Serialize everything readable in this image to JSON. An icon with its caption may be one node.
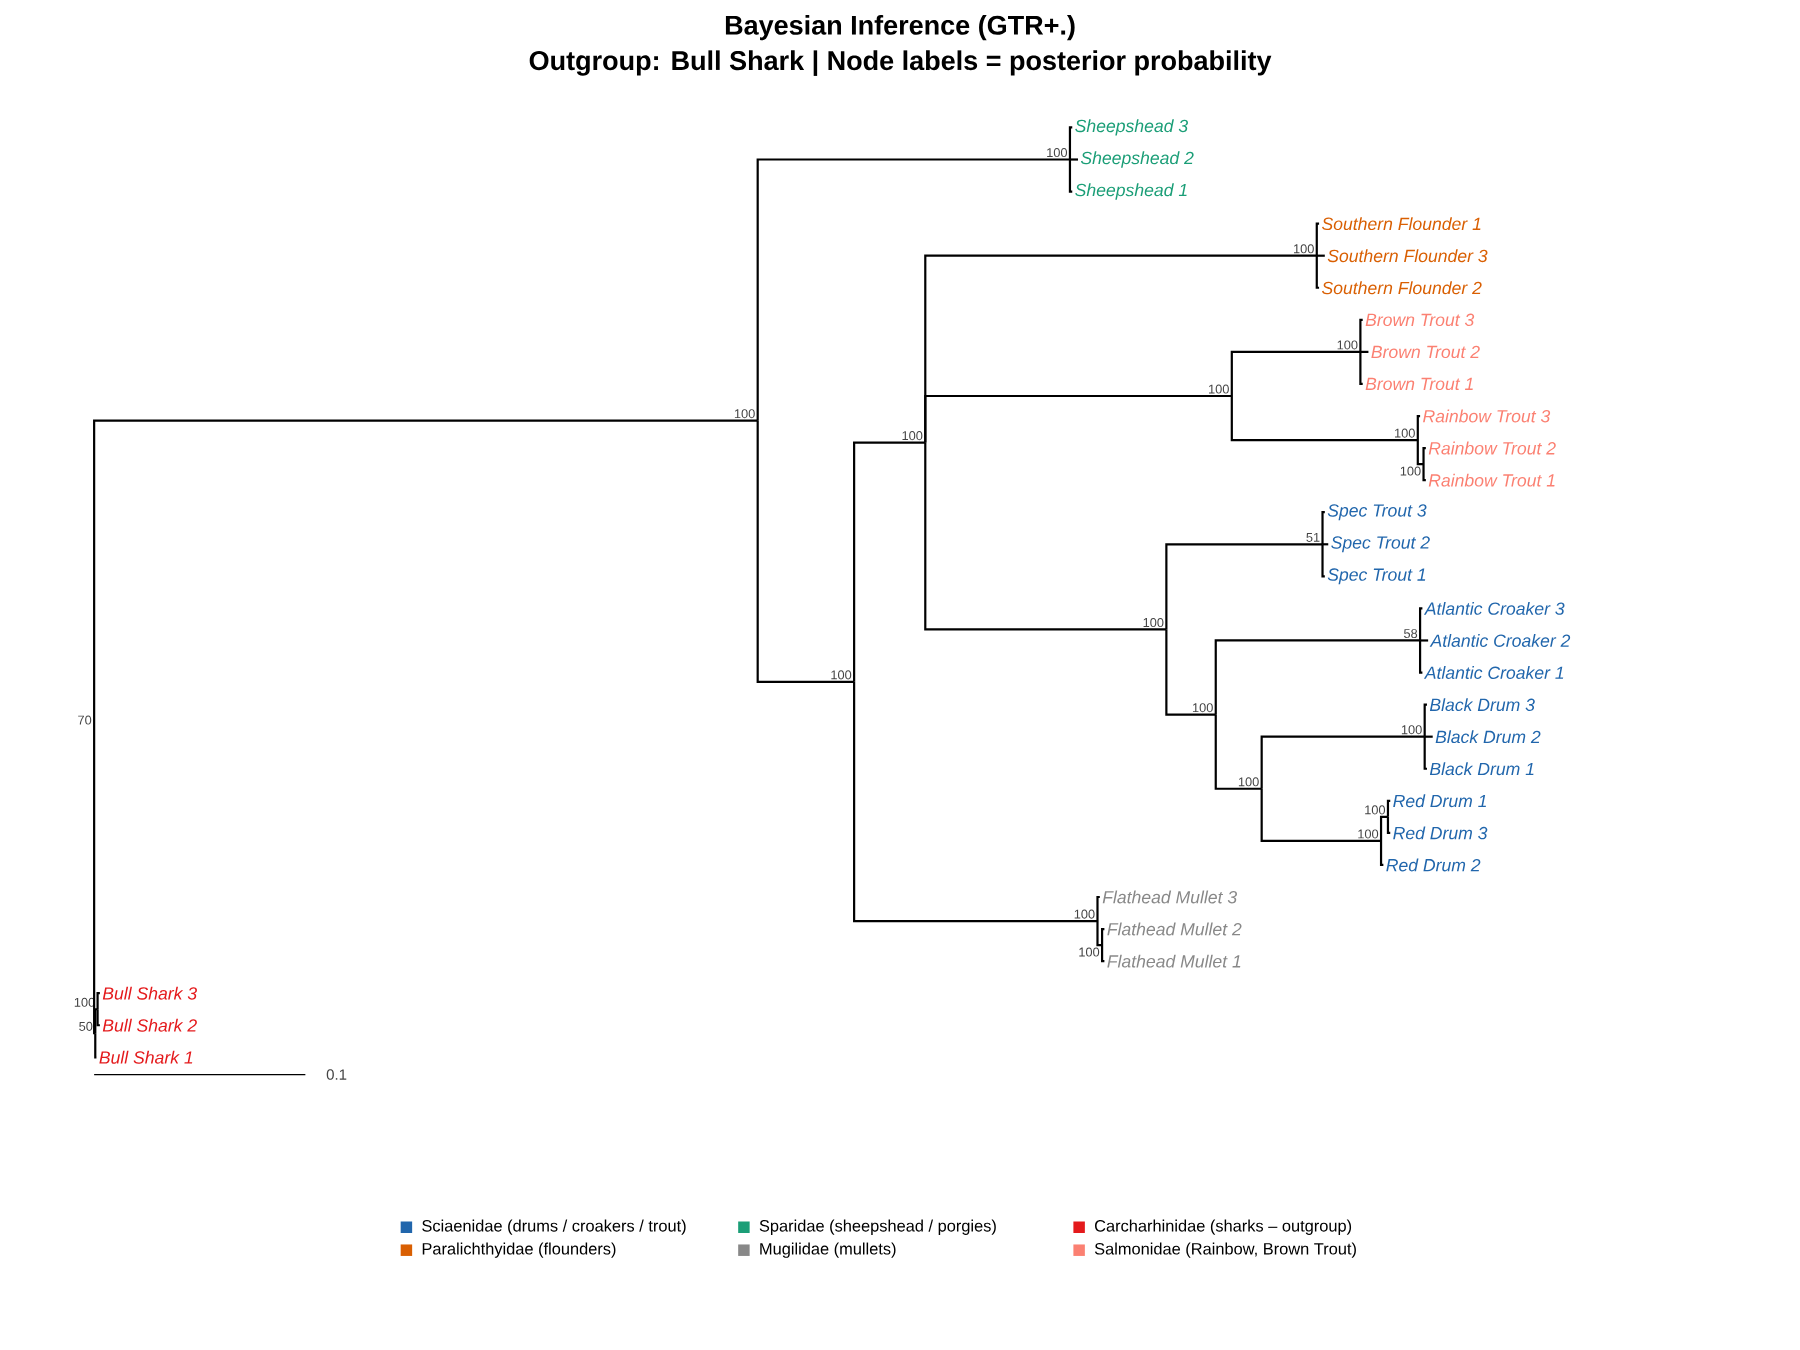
{
  "diagram": {
    "title": "Bayesian Inference (GTR+.)",
    "nodes": [
      {
        "text": [
          "70"
        ]
      },
      {
        "text": [
          "100"
        ]
      },
      {
        "text": [
          "100"
        ]
      },
      {
        "text": [
          "Sheepshead 3"
        ]
      },
      {
        "text": [
          "Sheepshead 2"
        ]
      },
      {
        "text": [
          "Sheepshead 1"
        ]
      },
      {
        "text": [
          "100"
        ]
      },
      {
        "text": [
          "100"
        ]
      },
      {
        "text": [
          "100"
        ]
      },
      {
        "text": [
          "Southern Flounder 1"
        ]
      },
      {
        "text": [
          "Southern Flounder 3"
        ]
      },
      {
        "text": [
          "Southern Flounder 2"
        ]
      },
      {
        "text": [
          "100"
        ]
      },
      {
        "text": [
          "100"
        ]
      },
      {
        "text": [
          "Brown Trout 3"
        ]
      },
      {
        "text": [
          "Brown Trout 2"
        ]
      },
      {
        "text": [
          "Brown Trout 1"
        ]
      },
      {
        "text": [
          "100"
        ]
      },
      {
        "text": [
          "Rainbow Trout 3"
        ]
      },
      {
        "text": [
          "100"
        ]
      },
      {
        "text": [
          "Rainbow Trout 2"
        ]
      },
      {
        "text": [
          "Rainbow Trout 1"
        ]
      },
      {
        "text": [
          "100"
        ]
      },
      {
        "text": [
          "51"
        ]
      },
      {
        "text": [
          "Spec Trout 3"
        ]
      },
      {
        "text": [
          "Spec Trout 2"
        ]
      },
      {
        "text": [
          "Spec Trout 1"
        ]
      },
      {
        "text": [
          "100"
        ]
      },
      {
        "text": [
          "58"
        ]
      },
      {
        "text": [
          "Atlantic Croaker 3"
        ]
      },
      {
        "text": [
          "Atlantic Croaker 2"
        ]
      },
      {
        "text": [
          "Atlantic Croaker 1"
        ]
      },
      {
        "text": [
          "100"
        ]
      },
      {
        "text": [
          "100"
        ]
      },
      {
        "text": [
          "Black Drum 3"
        ]
      },
      {
        "text": [
          "Black Drum 2"
        ]
      },
      {
        "text": [
          "Black Drum 1"
        ]
      },
      {
        "text": [
          "100"
        ]
      },
      {
        "text": [
          "100"
        ]
      },
      {
        "text": [
          "Red Drum 1"
        ]
      },
      {
        "text": [
          "Red Drum 3"
        ]
      },
      {
        "text": [
          "Red Drum 2"
        ]
      },
      {
        "text": [
          "100"
        ]
      },
      {
        "text": [
          "Flathead Mullet 3"
        ]
      },
      {
        "text": [
          "100"
        ]
      },
      {
        "text": [
          "Flathead Mullet 2"
        ]
      },
      {
        "text": [
          "Flathead Mullet 1"
        ]
      },
      {
        "text": [
          "50"
        ]
      },
      {
        "text": [
          "100"
        ]
      },
      {
        "text": [
          "Bull Shark 3"
        ]
      },
      {
        "text": [
          "Bull Shark 2"
        ]
      },
      {
        "text": [
          "Bull Shark 1"
        ]
      }
    ],
    "edges": [
      {
        "from": 0,
        "to": 1,
        "arrow": "none"
      },
      {
        "from": 1,
        "to": 2,
        "arrow": "none"
      },
      {
        "from": 2,
        "to": 3,
        "arrow": "none"
      },
      {
        "from": 2,
        "to": 4,
        "arrow": "none"
      },
      {
        "from": 2,
        "to": 5,
        "arrow": "none"
      },
      {
        "from": 1,
        "to": 6,
        "arrow": "none"
      },
      {
        "from": 6,
        "to": 7,
        "arrow": "none"
      },
      {
        "from": 7,
        "to": 8,
        "arrow": "none"
      },
      {
        "from": 8,
        "to": 9,
        "arrow": "none"
      },
      {
        "from": 8,
        "to": 10,
        "arrow": "none"
      },
      {
        "from": 8,
        "to": 11,
        "arrow": "none"
      },
      {
        "from": 7,
        "to": 12,
        "arrow": "none"
      },
      {
        "from": 12,
        "to": 13,
        "arrow": "none"
      },
      {
        "from": 13,
        "to": 14,
        "arrow": "none"
      },
      {
        "from": 13,
        "to": 15,
        "arrow": "none"
      },
      {
        "from": 13,
        "to": 16,
        "arrow": "none"
      },
      {
        "from": 12,
        "to": 17,
        "arrow": "none"
      },
      {
        "from": 17,
        "to": 18,
        "arrow": "none"
      },
      {
        "from": 17,
        "to": 19,
        "arrow": "none"
      },
      {
        "from": 19,
        "to": 20,
        "arrow": "none"
      },
      {
        "from": 19,
        "to": 21,
        "arrow": "none"
      },
      {
        "from": 7,
        "to": 22,
        "arrow": "none"
      },
      {
        "from": 22,
        "to": 23,
        "arrow": "none"
      },
      {
        "from": 23,
        "to": 24,
        "arrow": "none"
      },
      {
        "from": 23,
        "to": 25,
        "arrow": "none"
      },
      {
        "from": 23,
        "to": 26,
        "arrow": "none"
      },
      {
        "from": 22,
        "to": 27,
        "arrow": "none"
      },
      {
        "from": 27,
        "to": 28,
        "arrow": "none"
      },
      {
        "from": 28,
        "to": 29,
        "arrow": "none"
      },
      {
        "from": 28,
        "to": 30,
        "arrow": "none"
      },
      {
        "from": 28,
        "to": 31,
        "arrow": "none"
      },
      {
        "from": 27,
        "to": 32,
        "arrow": "none"
      },
      {
        "from": 32,
        "to": 33,
        "arrow": "none"
      },
      {
        "from": 33,
        "to": 34,
        "arrow": "none"
      },
      {
        "from": 33,
        "to": 35,
        "arrow": "none"
      },
      {
        "from": 33,
        "to": 36,
        "arrow": "none"
      },
      {
        "from": 32,
        "to": 37,
        "arrow": "none"
      },
      {
        "from": 37,
        "to": 38,
        "arrow": "none"
      },
      {
        "from": 38,
        "to": 39,
        "arrow": "none"
      },
      {
        "from": 38,
        "to": 40,
        "arrow": "none"
      },
      {
        "from": 37,
        "to": 41,
        "arrow": "none"
      },
      {
        "from": 6,
        "to": 42,
        "arrow": "none"
      },
      {
        "from": 42,
        "to": 43,
        "arrow": "none"
      },
      {
        "from": 42,
        "to": 44,
        "arrow": "none"
      },
      {
        "from": 44,
        "to": 45,
        "arrow": "none"
      },
      {
        "from": 44,
        "to": 46,
        "arrow": "none"
      },
      {
        "from": 0,
        "to": 47,
        "arrow": "none"
      },
      {
        "from": 47,
        "to": 48,
        "arrow": "none"
      },
      {
        "from": 48,
        "to": 49,
        "arrow": "none"
      },
      {
        "from": 48,
        "to": 50,
        "arrow": "none"
      },
      {
        "from": 47,
        "to": 51,
        "arrow": "none"
      }
    ],
    "labels": [
      "Outgroup: Bull Shark | Node labels = posterior probability",
      "0.1"
    ],
    "legend": [
      {
        "text": "Sciaenidae (drums / croakers / trout)",
        "color": "#2166ac"
      },
      {
        "text": "Sparidae (sheepshead / porgies)",
        "color": "#1b9e77"
      },
      {
        "text": "Carcharhinidae (sharks – outgroup)",
        "color": "#e41a1c"
      },
      {
        "text": "Paralichthyidae (flounders)",
        "color": "#d95f02"
      },
      {
        "text": "Mugilidae (mullets)",
        "color": "#888888"
      },
      {
        "text": "Salmonidae (Rainbow, Brown Trout)",
        "color": "#fb8072"
      }
    ]
  }
}
